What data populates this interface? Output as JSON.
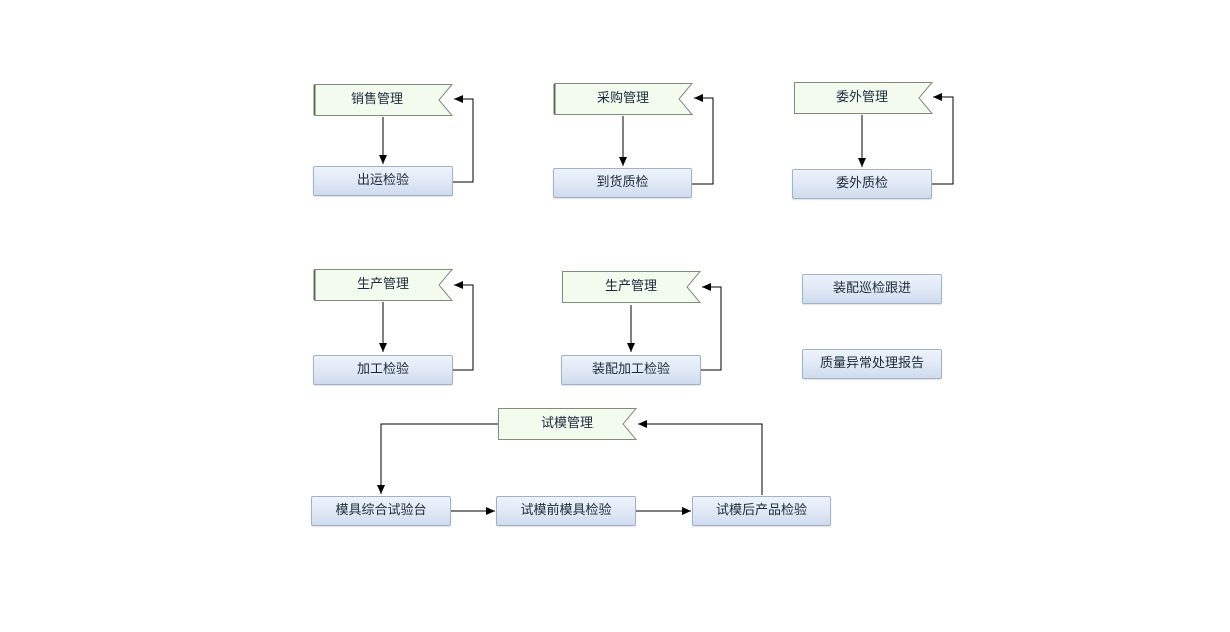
{
  "groups": {
    "sales": {
      "manage": "销售管理",
      "check": "出运检验"
    },
    "purchase": {
      "manage": "采购管理",
      "check": "到货质检"
    },
    "outsource": {
      "manage": "委外管理",
      "check": "委外质检"
    },
    "production": {
      "manage": "生产管理",
      "check": "加工检验"
    },
    "assembly": {
      "manage": "生产管理",
      "check": "装配加工检验"
    },
    "standalone": {
      "patrol": "装配巡检跟进",
      "abnormal": "质量异常处理报告"
    },
    "trial": {
      "manage": "试模管理",
      "test_bench": "模具综合试验台",
      "pre_check": "试模前模具检验",
      "post_check": "试模后产品检验"
    }
  },
  "colors": {
    "flag_fill": "#f3fbef",
    "flag_stroke": "#7d8f78",
    "task_border": "#9fb2c9",
    "arrow": "#000000"
  }
}
